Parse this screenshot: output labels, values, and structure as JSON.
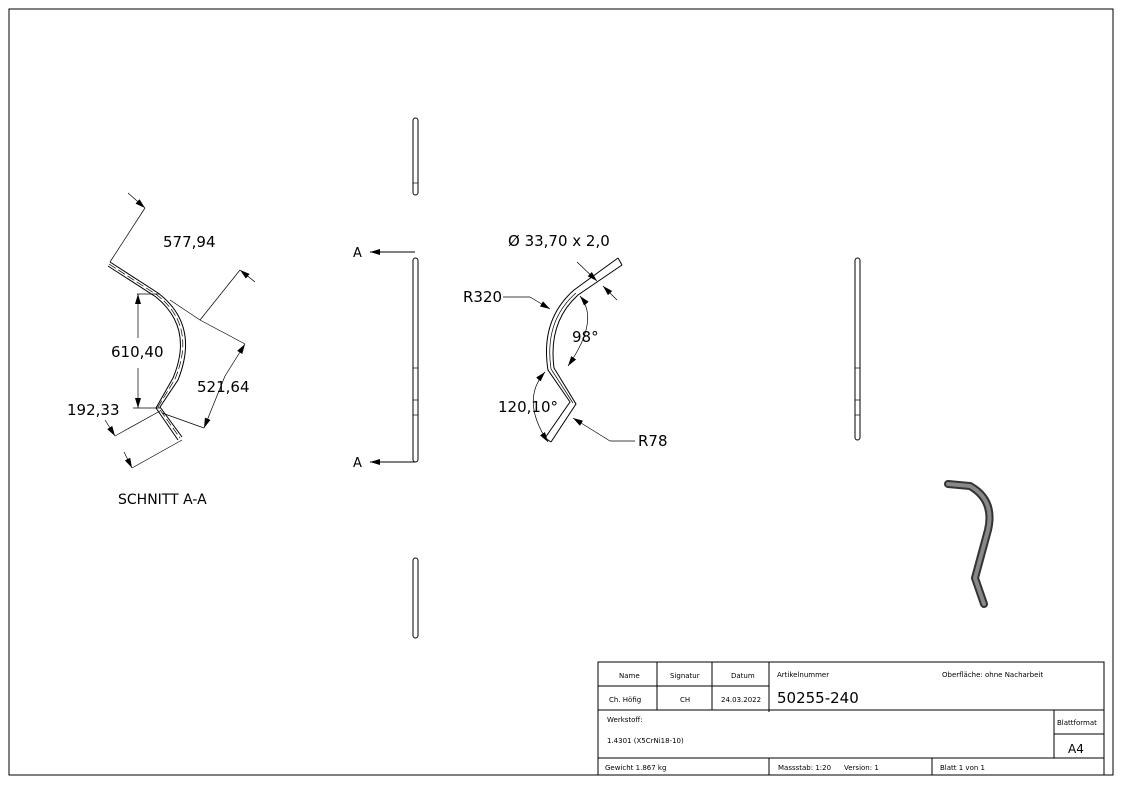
{
  "section_view": {
    "label": "SCHNITT A-A",
    "dims": {
      "length_top": "577,94",
      "height": "610,40",
      "diag": "521,64",
      "bottom": "192,33"
    }
  },
  "front_view": {
    "section_marker_top": "A",
    "section_marker_bottom": "A"
  },
  "bend_view": {
    "tube": "Ø 33,70 x 2,0",
    "radius_large": "R320",
    "angle_upper": "98°",
    "angle_lower": "120,10°",
    "radius_small": "R78"
  },
  "title_block": {
    "name_label": "Name",
    "signatur_label": "Signatur",
    "datum_label": "Datum",
    "name": "Ch. Höfig",
    "signatur": "CH",
    "datum": "24.03.2022",
    "artikel_label": "Artikelnummer",
    "artikel": "50255-240",
    "oberflaeche": "Oberfläche:  ohne Nacharbeit",
    "werkstoff_label": "Werkstoff:",
    "werkstoff": "1.4301 (X5CrNi18-10)",
    "blattformat_label": "Blattformat",
    "blattformat": "A4",
    "gewicht": "Gewicht 1.867 kg",
    "massstab": "Massstab: 1:20",
    "version": "Version: 1",
    "blatt": "Blatt 1 von 1"
  }
}
